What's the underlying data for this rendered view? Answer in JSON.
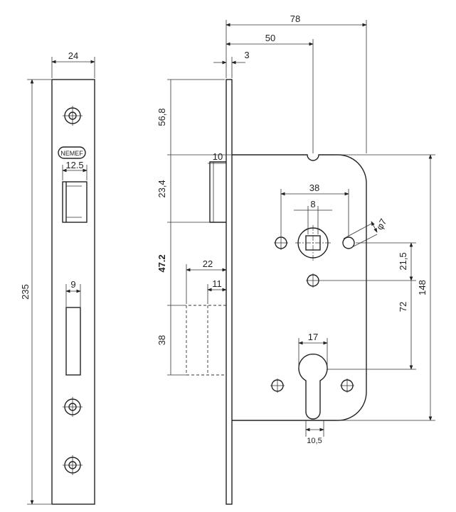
{
  "title": "Mortise lock dimension drawing",
  "brand_logo": "NEMEF",
  "front_view": {
    "width": "24",
    "height": "235",
    "latch_width": "12.5",
    "bolt_width": "9"
  },
  "side_view": {
    "total_depth": "78",
    "backset": "50",
    "faceplate_thickness": "3",
    "top_to_case": "56,8",
    "case_to_latch": "23,4",
    "latch_to_bolt": "47.2",
    "bolt_height": "38",
    "latch_projection": "10",
    "bolt_projection": "22",
    "bolt_inner": "11",
    "hub_holes_spacing": "38",
    "spindle": "8",
    "hole_diameter": "φ7",
    "hole_offset": "21,5",
    "centre_distance": "72",
    "case_height": "148",
    "cylinder_width": "17",
    "cylinder_slot": "10,5"
  }
}
